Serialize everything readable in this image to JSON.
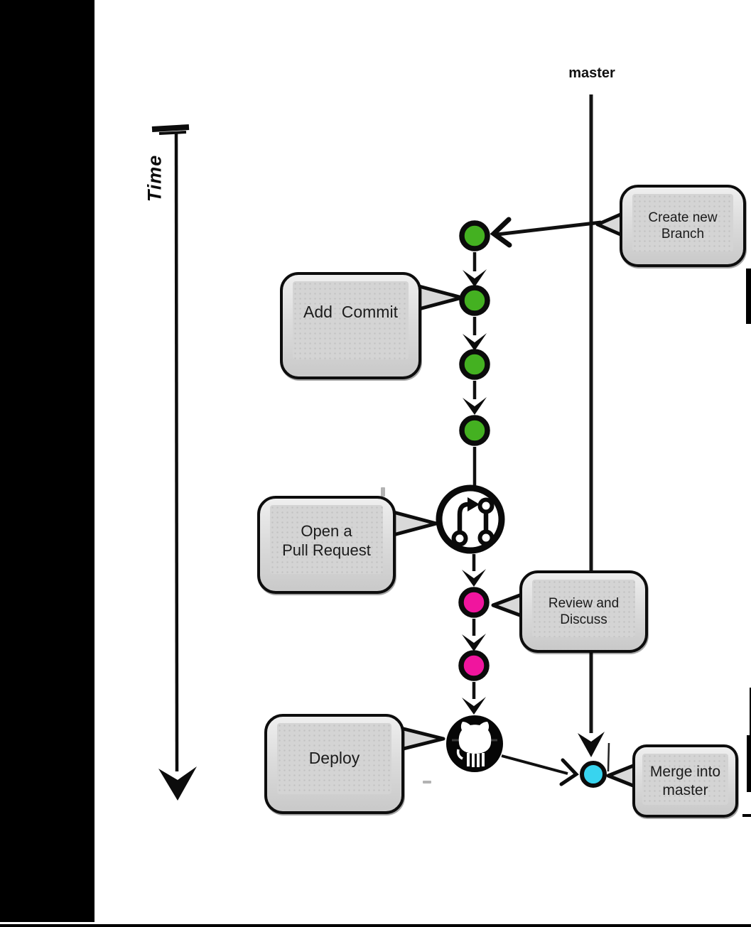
{
  "diagram": {
    "master_label": "master",
    "time_label": "Time"
  },
  "callouts": {
    "create_branch": "Create new\nBranch",
    "add_commit": "Add  Commit",
    "open_pull_request": "Open a\nPull Request",
    "review_discuss": "Review and\nDiscuss",
    "deploy": "Deploy",
    "merge_master": "Merge into\nmaster"
  },
  "colors": {
    "commit_green": "#44b121",
    "review_pink": "#f0159e",
    "merge_cyan": "#38d4ef",
    "callout_fill": "#d9d9d9",
    "ink": "#0d0d0d"
  },
  "icons": {
    "pull_request": "pull-request-icon",
    "github": "github-octocat-icon"
  }
}
